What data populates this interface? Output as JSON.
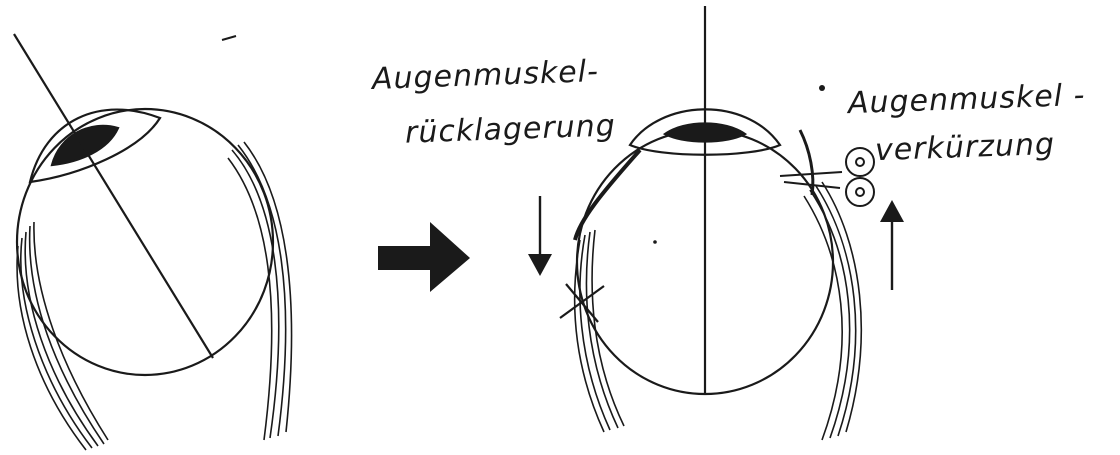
{
  "labels": {
    "recession_line1": "Augenmuskel-",
    "recession_line2": "rücklagerung",
    "resection_line1": "Augenmuskel -",
    "resection_line2": "verkürzung"
  },
  "colors": {
    "ink": "#1a1a1a",
    "paper": "#ffffff"
  },
  "icons": {
    "transition_arrow": "right-arrow-icon",
    "recession_arrow": "down-arrow-icon",
    "resection_arrow": "up-arrow-icon",
    "incision_mark": "x-mark-icon",
    "scissors": "scissors-icon"
  }
}
